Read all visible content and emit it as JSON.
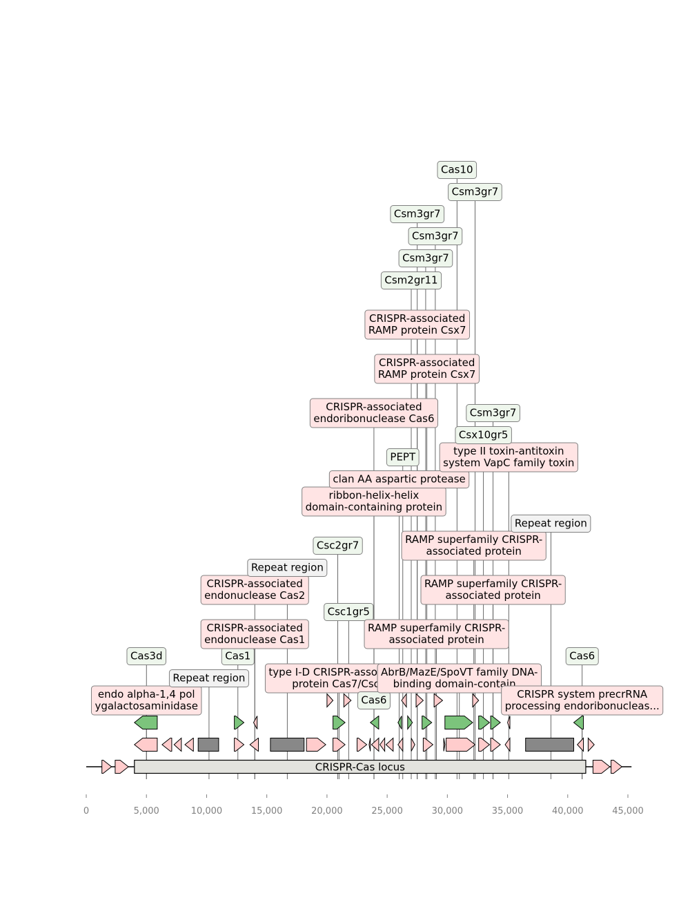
{
  "axis": {
    "min": 0,
    "max": 45000,
    "ticks": [
      {
        "value": 0,
        "label": "0"
      },
      {
        "value": 5000,
        "label": "5,000"
      },
      {
        "value": 10000,
        "label": "10,000"
      },
      {
        "value": 15000,
        "label": "15,000"
      },
      {
        "value": 20000,
        "label": "20,000"
      },
      {
        "value": 25000,
        "label": "25,000"
      },
      {
        "value": 30000,
        "label": "30,000"
      },
      {
        "value": 35000,
        "label": "35,000"
      },
      {
        "value": 40000,
        "label": "40,000"
      },
      {
        "value": 45000,
        "label": "45,000"
      }
    ]
  },
  "sequence": {
    "start": 0,
    "end": 45300
  },
  "colors": {
    "cas_gene": "#7cc47c",
    "other_gene": "#ffcccc",
    "repeat": "#888888",
    "locus": "#e3e3de",
    "cas_label_bg": "#eef6ec",
    "other_label_bg": "#ffe4e4",
    "repeat_label_bg": "#f2f2f2"
  },
  "locus": {
    "start": 4000,
    "end": 41500,
    "label": "CRISPR-Cas locus"
  },
  "features": [
    {
      "start": 1300,
      "end": 2100,
      "strand": 1,
      "type": "other",
      "track": 0
    },
    {
      "start": 2400,
      "end": 3500,
      "strand": 1,
      "type": "other",
      "track": 0
    },
    {
      "start": 42100,
      "end": 43500,
      "strand": 1,
      "type": "other",
      "track": 0
    },
    {
      "start": 43600,
      "end": 44500,
      "strand": 1,
      "type": "other",
      "track": 0
    },
    {
      "start": 4000,
      "end": 5900,
      "strand": -1,
      "type": "other",
      "track": 1
    },
    {
      "start": 6300,
      "end": 7100,
      "strand": -1,
      "type": "other",
      "track": 1
    },
    {
      "start": 7300,
      "end": 7900,
      "strand": -1,
      "type": "other",
      "track": 1
    },
    {
      "start": 8200,
      "end": 8900,
      "strand": -1,
      "type": "other",
      "track": 1
    },
    {
      "start": 9300,
      "end": 11000,
      "strand": 0,
      "type": "repeat",
      "track": 1
    },
    {
      "start": 12300,
      "end": 13100,
      "strand": 1,
      "type": "other",
      "track": 1
    },
    {
      "start": 13600,
      "end": 14300,
      "strand": -1,
      "type": "other",
      "track": 1
    },
    {
      "start": 15300,
      "end": 18100,
      "strand": 0,
      "type": "repeat",
      "track": 1
    },
    {
      "start": 18300,
      "end": 19900,
      "strand": 1,
      "type": "other",
      "track": 1
    },
    {
      "start": 20500,
      "end": 21500,
      "strand": 1,
      "type": "other",
      "track": 1
    },
    {
      "start": 22500,
      "end": 23300,
      "strand": 1,
      "type": "other",
      "track": 1
    },
    {
      "start": 23500,
      "end": 23600,
      "strand": -1,
      "type": "other",
      "track": 1
    },
    {
      "start": 23700,
      "end": 24300,
      "strand": -1,
      "type": "other",
      "track": 1
    },
    {
      "start": 24400,
      "end": 24800,
      "strand": -1,
      "type": "other",
      "track": 1
    },
    {
      "start": 24900,
      "end": 25500,
      "strand": -1,
      "type": "other",
      "track": 1
    },
    {
      "start": 25900,
      "end": 26300,
      "strand": -1,
      "type": "other",
      "track": 1
    },
    {
      "start": 27000,
      "end": 27300,
      "strand": 1,
      "type": "other",
      "track": 1
    },
    {
      "start": 28000,
      "end": 28800,
      "strand": 1,
      "type": "other",
      "track": 1
    },
    {
      "start": 29700,
      "end": 29800,
      "strand": 1,
      "type": "other",
      "track": 1
    },
    {
      "start": 29900,
      "end": 32300,
      "strand": 1,
      "type": "other",
      "track": 1
    },
    {
      "start": 32600,
      "end": 33500,
      "strand": 1,
      "type": "other",
      "track": 1
    },
    {
      "start": 33600,
      "end": 34400,
      "strand": 1,
      "type": "other",
      "track": 1
    },
    {
      "start": 34800,
      "end": 35200,
      "strand": -1,
      "type": "other",
      "track": 1
    },
    {
      "start": 36500,
      "end": 40500,
      "strand": 0,
      "type": "repeat",
      "track": 1
    },
    {
      "start": 40800,
      "end": 41300,
      "strand": -1,
      "type": "other",
      "track": 1
    },
    {
      "start": 41700,
      "end": 42200,
      "strand": 1,
      "type": "other",
      "track": 1
    },
    {
      "start": 4000,
      "end": 5900,
      "strand": -1,
      "type": "cas",
      "track": 2
    },
    {
      "start": 12300,
      "end": 13100,
      "strand": 1,
      "type": "cas",
      "track": 2
    },
    {
      "start": 13900,
      "end": 14200,
      "strand": -1,
      "type": "other",
      "track": 2
    },
    {
      "start": 20500,
      "end": 21500,
      "strand": 1,
      "type": "cas",
      "track": 2
    },
    {
      "start": 23600,
      "end": 24300,
      "strand": -1,
      "type": "cas",
      "track": 2
    },
    {
      "start": 25900,
      "end": 26200,
      "strand": -1,
      "type": "cas",
      "track": 2
    },
    {
      "start": 26700,
      "end": 27100,
      "strand": 1,
      "type": "cas",
      "track": 2
    },
    {
      "start": 27900,
      "end": 28700,
      "strand": 1,
      "type": "cas",
      "track": 2
    },
    {
      "start": 29800,
      "end": 32100,
      "strand": 1,
      "type": "cas",
      "track": 2
    },
    {
      "start": 32600,
      "end": 33500,
      "strand": 1,
      "type": "cas",
      "track": 2
    },
    {
      "start": 33600,
      "end": 34400,
      "strand": 1,
      "type": "cas",
      "track": 2
    },
    {
      "start": 35000,
      "end": 35200,
      "strand": -1,
      "type": "other",
      "track": 2
    },
    {
      "start": 40500,
      "end": 41300,
      "strand": -1,
      "type": "cas",
      "track": 2
    },
    {
      "start": 20000,
      "end": 20500,
      "strand": 1,
      "type": "other",
      "track": 3
    },
    {
      "start": 21400,
      "end": 22000,
      "strand": 1,
      "type": "other",
      "track": 3
    },
    {
      "start": 26200,
      "end": 26600,
      "strand": -1,
      "type": "other",
      "track": 3
    },
    {
      "start": 27400,
      "end": 28000,
      "strand": 1,
      "type": "other",
      "track": 3
    },
    {
      "start": 28900,
      "end": 29600,
      "strand": 1,
      "type": "other",
      "track": 3
    },
    {
      "start": 32100,
      "end": 32600,
      "strand": 1,
      "type": "other",
      "track": 3
    },
    {
      "start": 21400,
      "end": 22000,
      "strand": 1,
      "type": "cas",
      "track": 4
    },
    {
      "start": 27400,
      "end": 28000,
      "strand": 1,
      "type": "cas",
      "track": 4
    },
    {
      "start": 28900,
      "end": 29600,
      "strand": 1,
      "type": "cas",
      "track": 4
    },
    {
      "start": 32100,
      "end": 32600,
      "strand": 1,
      "type": "cas",
      "track": 4
    }
  ],
  "labels": [
    {
      "lines": [
        "endo alpha-1,4 pol",
        "ygalactosaminidase"
      ],
      "type": "other",
      "anchor": 5000,
      "level": 0
    },
    {
      "lines": [
        "Repeat region"
      ],
      "type": "repeat",
      "anchor": 10200,
      "level": 1
    },
    {
      "lines": [
        "Cas3d"
      ],
      "type": "cas",
      "anchor": 5000,
      "level": 2
    },
    {
      "lines": [
        "Cas1"
      ],
      "type": "cas",
      "anchor": 12600,
      "level": 2
    },
    {
      "lines": [
        "CRISPR-associated",
        "endonuclease Cas1"
      ],
      "type": "other",
      "anchor": 14000,
      "level": 3
    },
    {
      "lines": [
        "CRISPR-associated",
        "endonuclease Cas2"
      ],
      "type": "other",
      "anchor": 14000,
      "level": 5
    },
    {
      "lines": [
        "Repeat region"
      ],
      "type": "repeat",
      "anchor": 16700,
      "level": 6
    },
    {
      "lines": [
        "type I-D CRISPR-associated",
        "protein Cas7/Csc2"
      ],
      "type": "other",
      "anchor": 21000,
      "level": 1
    },
    {
      "lines": [
        "Csc1gr5"
      ],
      "type": "cas",
      "anchor": 21800,
      "level": 4
    },
    {
      "lines": [
        "Csc2gr7"
      ],
      "type": "cas",
      "anchor": 20900,
      "level": 7
    },
    {
      "lines": [
        "Cas6"
      ],
      "type": "cas",
      "anchor": 23900,
      "level": 0
    },
    {
      "lines": [
        "RAMP superfamily CRISPR-",
        "associated protein"
      ],
      "type": "other",
      "anchor": 29100,
      "level": 3
    },
    {
      "lines": [
        "AbrB/MazE/SpoVT family DNA-",
        "binding domain-contain..."
      ],
      "type": "other",
      "anchor": 31000,
      "level": 1
    },
    {
      "lines": [
        "CRISPR system precrRNA",
        "processing endoribonucleas..."
      ],
      "type": "other",
      "anchor": 41200,
      "level": 0
    },
    {
      "lines": [
        "Cas6"
      ],
      "type": "cas",
      "anchor": 41200,
      "level": 2
    },
    {
      "lines": [
        "RAMP superfamily CRISPR-",
        "associated protein"
      ],
      "type": "other",
      "anchor": 33800,
      "level": 5
    },
    {
      "lines": [
        "RAMP superfamily CRISPR-",
        "associated protein"
      ],
      "type": "other",
      "anchor": 32200,
      "level": 7
    },
    {
      "lines": [
        "Repeat region"
      ],
      "type": "repeat",
      "anchor": 38600,
      "level": 8
    },
    {
      "lines": [
        "ribbon-helix-helix",
        "domain-containing protein"
      ],
      "type": "other",
      "anchor": 23900,
      "level": 9
    },
    {
      "lines": [
        "clan AA aspartic protease"
      ],
      "type": "other",
      "anchor": 26000,
      "level": 10
    },
    {
      "lines": [
        "PEPT"
      ],
      "type": "cas",
      "anchor": 26300,
      "level": 11
    },
    {
      "lines": [
        "type II toxin-antitoxin",
        "system VapC family toxin"
      ],
      "type": "other",
      "anchor": 35100,
      "level": 11
    },
    {
      "lines": [
        "Csx10gr5"
      ],
      "type": "cas",
      "anchor": 33000,
      "level": 12
    },
    {
      "lines": [
        "Csm3gr7"
      ],
      "type": "cas",
      "anchor": 33800,
      "level": 13
    },
    {
      "lines": [
        "CRISPR-associated",
        "endoribonuclease Cas6"
      ],
      "type": "other",
      "anchor": 23900,
      "level": 13
    },
    {
      "lines": [
        "CRISPR-associated",
        "RAMP protein Csx7"
      ],
      "type": "other",
      "anchor": 28300,
      "level": 15
    },
    {
      "lines": [
        "CRISPR-associated",
        "RAMP protein Csx7"
      ],
      "type": "other",
      "anchor": 27500,
      "level": 17
    },
    {
      "lines": [
        "Csm2gr11"
      ],
      "type": "cas",
      "anchor": 27000,
      "level": 19
    },
    {
      "lines": [
        "Csm3gr7"
      ],
      "type": "cas",
      "anchor": 28200,
      "level": 20
    },
    {
      "lines": [
        "Csm3gr7"
      ],
      "type": "cas",
      "anchor": 29000,
      "level": 21
    },
    {
      "lines": [
        "Csm3gr7"
      ],
      "type": "cas",
      "anchor": 27500,
      "level": 22
    },
    {
      "lines": [
        "Csm3gr7"
      ],
      "type": "cas",
      "anchor": 32300,
      "level": 23
    },
    {
      "lines": [
        "Cas10"
      ],
      "type": "cas",
      "anchor": 30800,
      "level": 24
    }
  ]
}
